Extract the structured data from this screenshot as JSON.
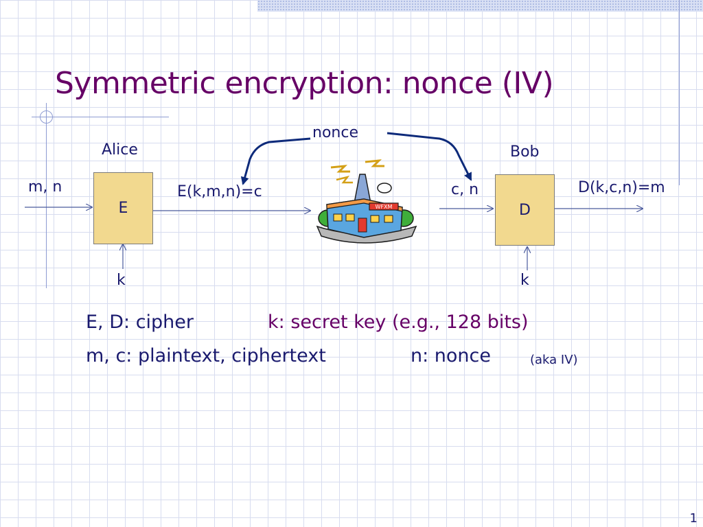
{
  "slide": {
    "title": "Symmetric encryption: nonce (IV)",
    "page_number": "1"
  },
  "diagram": {
    "alice_label": "Alice",
    "bob_label": "Bob",
    "nonce_label": "nonce",
    "left_input": "m, n",
    "encrypt_box": "E",
    "encrypt_output": "E(k,m,n)=c",
    "alice_key": "k",
    "bob_input": "c, n",
    "decrypt_box": "D",
    "decrypt_output": "D(k,c,n)=m",
    "bob_key": "k",
    "station_sign": "WFXM",
    "station_icon": "radio-station-icon"
  },
  "legend": {
    "line1_left": "E, D:  cipher",
    "line1_right": "k:  secret key (e.g., 128 bits)",
    "line2_left": "m, c:  plaintext,  ciphertext",
    "line2_right": "n:  nonce",
    "line2_note": "(aka  IV)"
  },
  "colors": {
    "title": "#660066",
    "text": "#1a1a6e",
    "box_fill": "#f2d98f",
    "grid": "#d7dcef"
  }
}
